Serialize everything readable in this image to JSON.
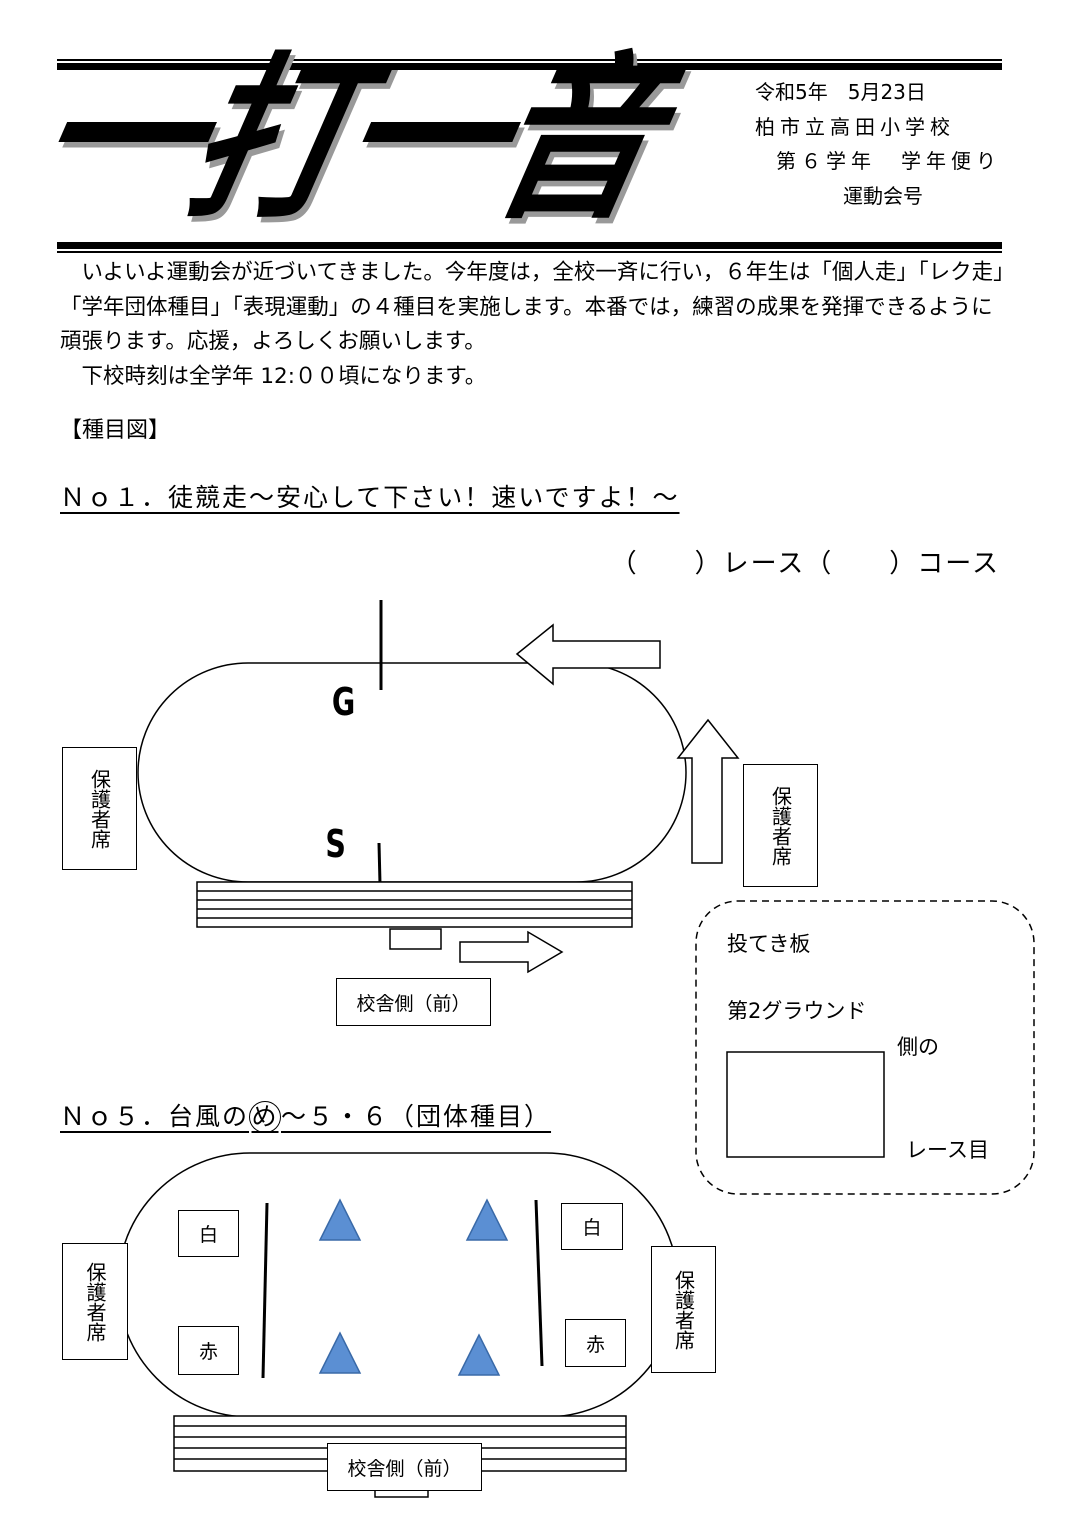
{
  "header": {
    "title": "一打一音",
    "date": "令和5年　5月23日",
    "school": "柏市立高田小学校",
    "grade": "第６学年　学年便り",
    "issue": "運動会号"
  },
  "intro": {
    "paragraph1": "いよいよ運動会が近づいてきました。今年度は，全校一斉に行い，６年生は「個人走」「レク走」「学年団体種目」「表現運動」の４種目を実施します。本番では，練習の成果を発揮できるように頑張ります。応援，よろしくお願いします。",
    "paragraph2": "下校時刻は全学年 12:００頃になります。"
  },
  "section_label": "【種目図】",
  "event1": {
    "heading": "Ｎｏ１．徒競走～安心して下さい！速いですよ！～",
    "race_course": "（　　）レース（　　）コース",
    "goal": "G",
    "start": "S",
    "guardian_seats": "保護者席",
    "school_side": "校舎側（前）",
    "note_line1": "投てき板",
    "note_line2": "第2グラウンド",
    "note_side": "側の",
    "note_race": "レース目"
  },
  "event5": {
    "heading_pre": "Ｎｏ５．台風の",
    "heading_circled": "め",
    "heading_post": "～５・６（団体種目）",
    "guardian_seats": "保護者席",
    "white": "白",
    "red": "赤",
    "school_side": "校舎側（前）"
  },
  "colors": {
    "triangle": "#5b8fd3",
    "triangle_stroke": "#3a6aa8"
  }
}
